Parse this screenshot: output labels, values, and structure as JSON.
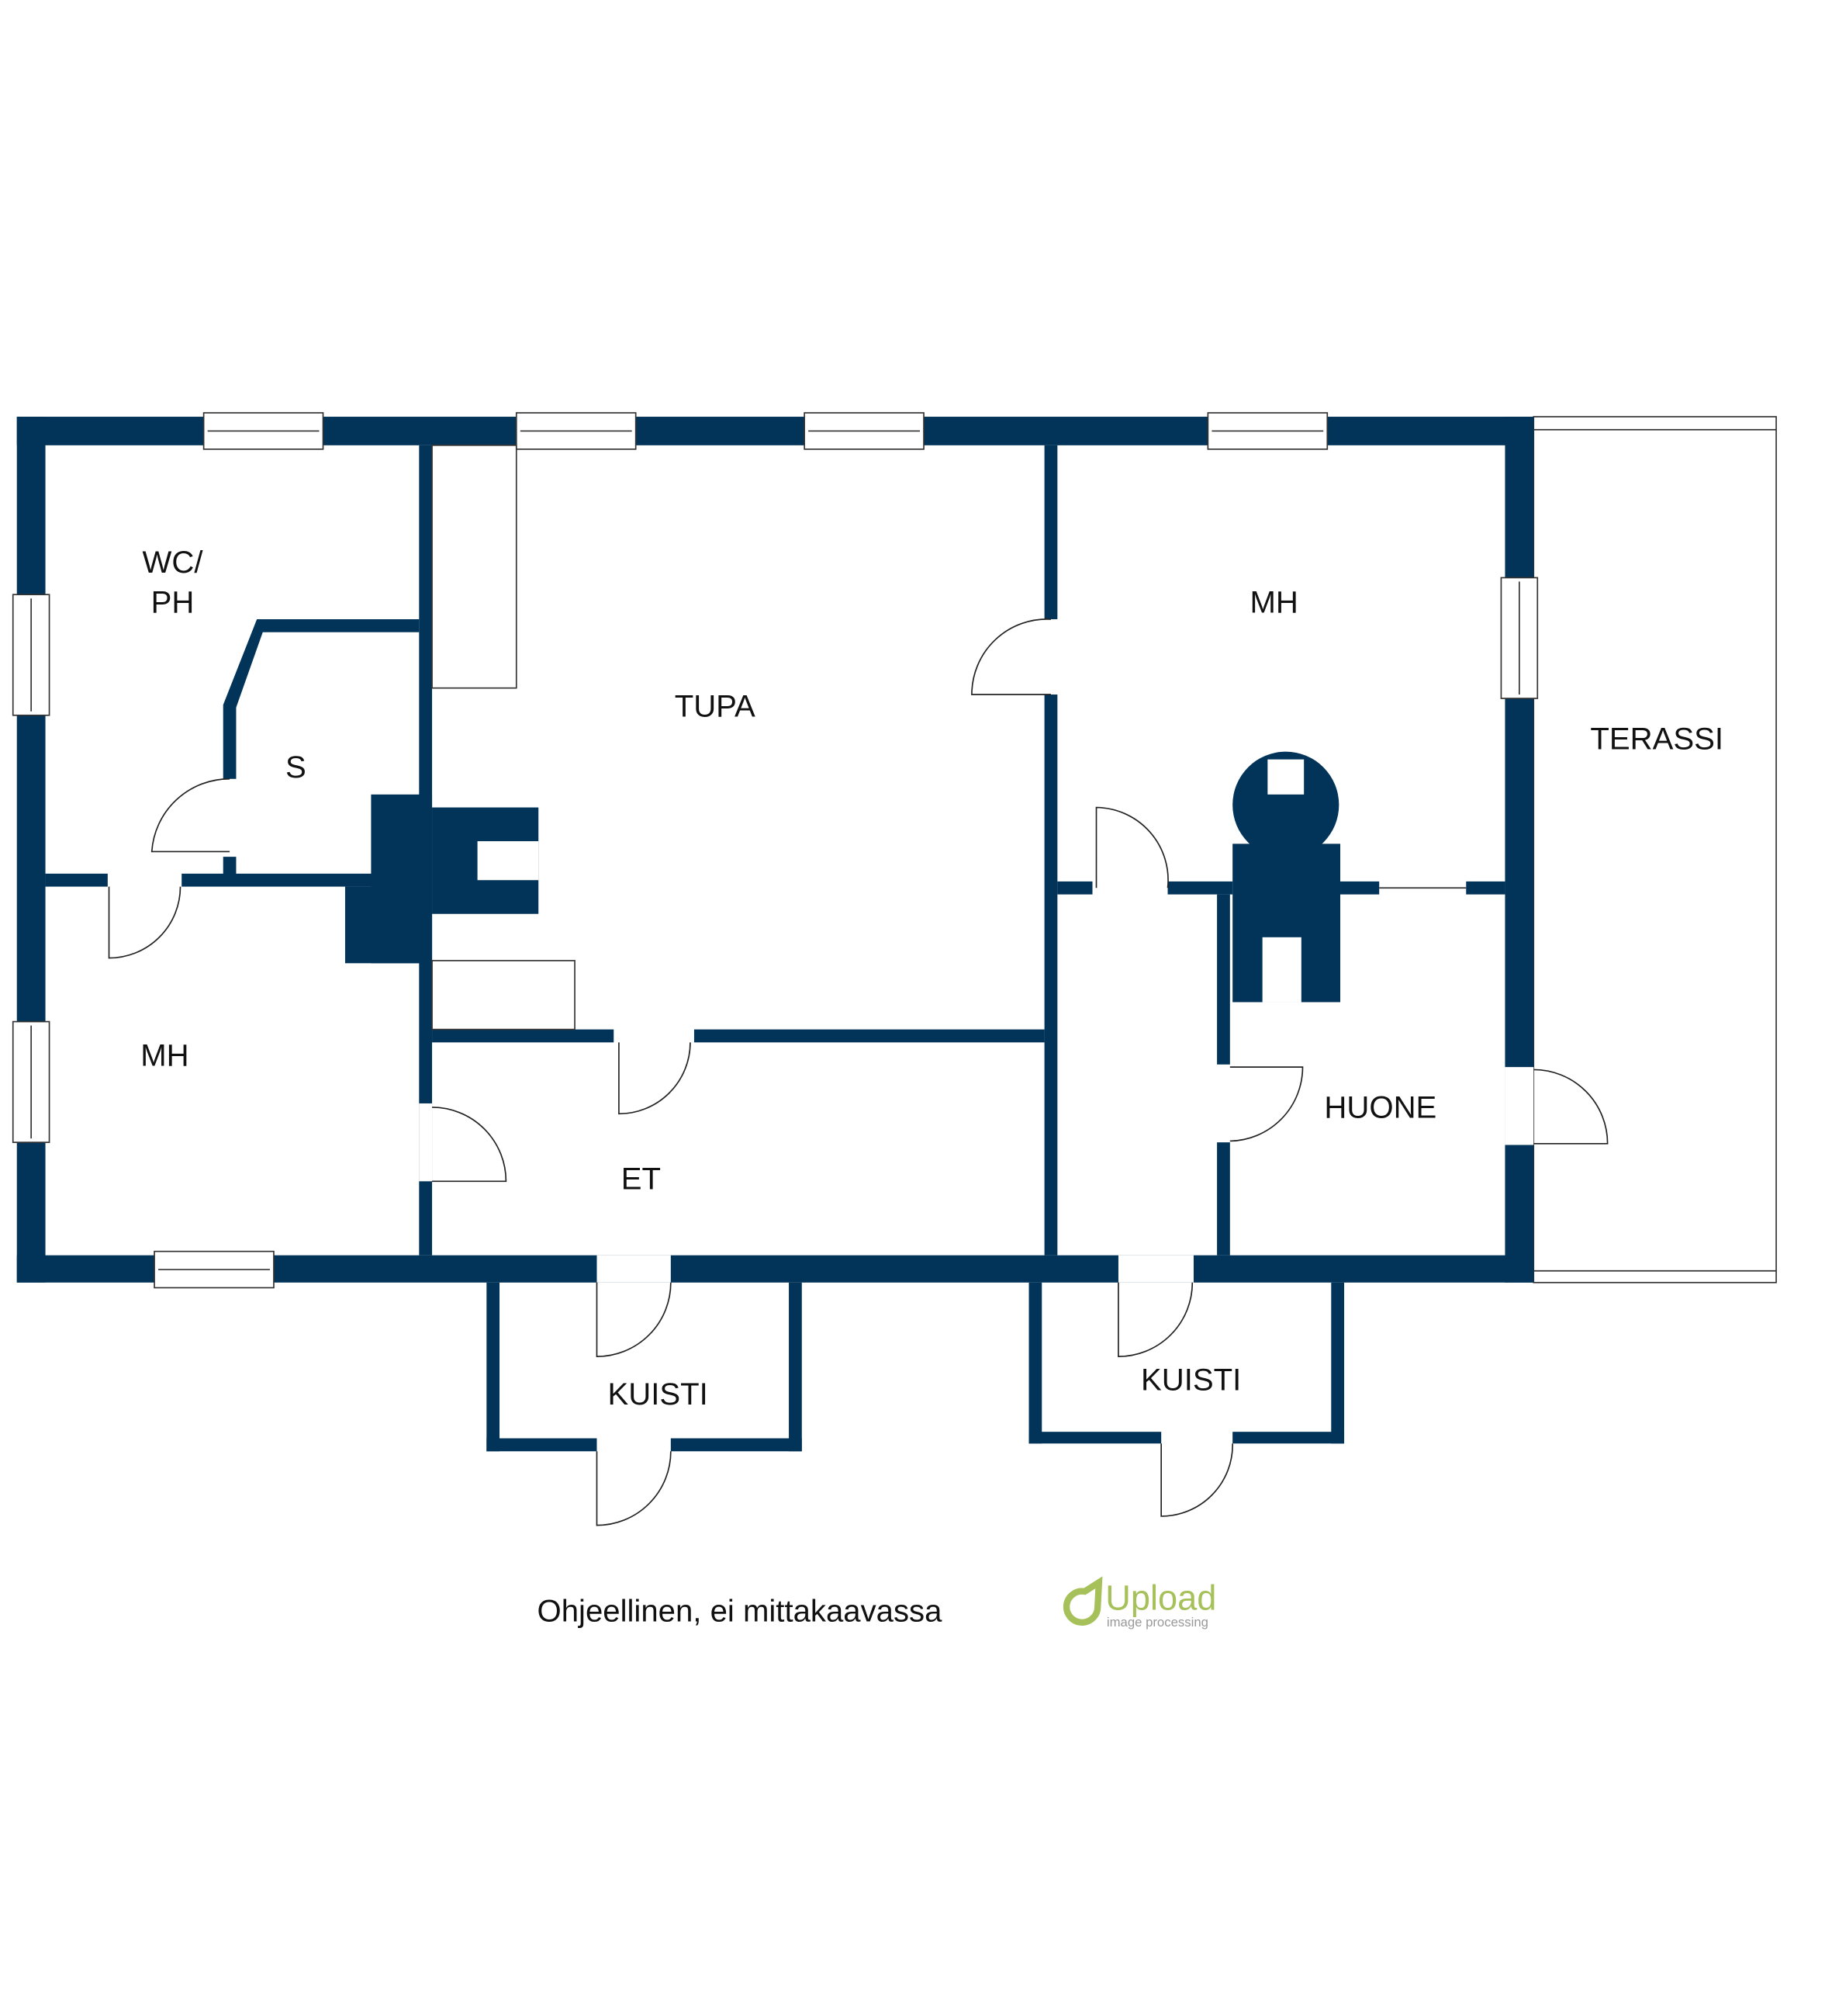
{
  "rooms": {
    "wc_ph_line1": "WC/",
    "wc_ph_line2": "PH",
    "s": "S",
    "tupa": "TUPA",
    "mh_right": "MH",
    "terassi": "TERASSI",
    "mh_left": "MH",
    "et": "ET",
    "huone": "HUONE",
    "kuisti_left": "KUISTI",
    "kuisti_right": "KUISTI"
  },
  "footer": {
    "disclaimer": "Ohjeellinen, ei mittakaavassa"
  },
  "logo": {
    "name": "Upload",
    "tagline": "image processing",
    "color": "#a6c15a",
    "tagline_color": "#999999"
  },
  "colors": {
    "wall": "#023459"
  }
}
